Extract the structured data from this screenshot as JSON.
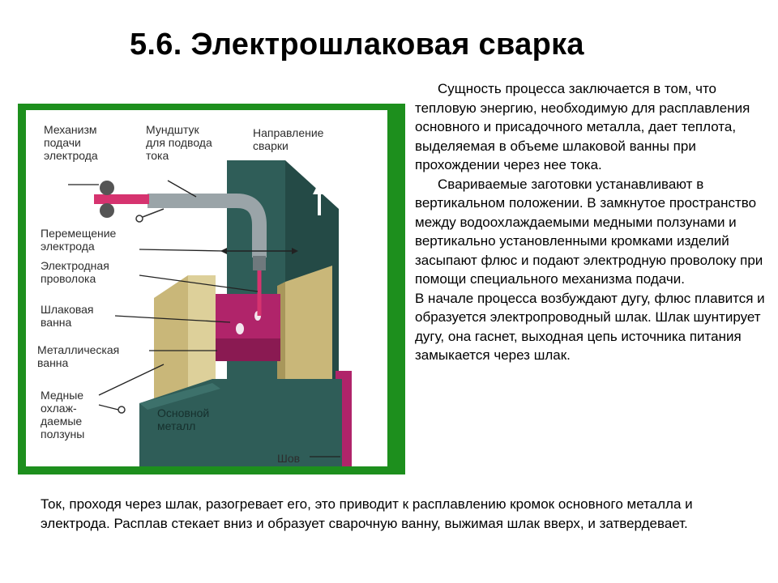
{
  "title": "5.6. Электрошлаковая сварка",
  "figure": {
    "labels": {
      "feed_mechanism": "Механизм\nподачи\nэлектрода",
      "contact_tube": "Мундштук\nдля подвода\nтока",
      "weld_direction": "Направление\nсварки",
      "electrode_movement": "Перемещение\nэлектрода",
      "electrode_wire": "Электродная\nпроволока",
      "slag_bath": "Шлаковая\nванна",
      "metal_bath": "Металлическая\nванна",
      "copper_shoes": "Медные\nохлаж-\nдаемые\nползуны",
      "base_metal": "Основной\nметалл",
      "seam": "Шов"
    },
    "colors": {
      "background": "#1d8f1d",
      "panel": "#ffffff",
      "workpiece": "#2f5d58",
      "copper_shoe": "#c9b779",
      "slag": "#b0246a",
      "electrode": "#d6336f",
      "tube": "#9aa4a8"
    }
  },
  "paragraphs": {
    "p1": "Сущность процесса заключается в том, что тепловую энергию, необходимую для расплавления основного и присадочного металла, дает теплота, выделяемая в объеме шлаковой ванны при прохождении через нее тока.",
    "p2": "Свариваемые заготовки устанавливают в вертикальном положении. В замкнутое пространство между водоохлаждаемыми медными ползунами и вертикально установленными кромками изделий засыпают флюс и подают электродную проволоку при помощи специального механизма подачи.",
    "p3": "В начале процесса возбуждают дугу, флюс плавится и образуется электропроводный шлак. Шлак шунтирует дугу, она гаснет, выходная цепь источника питания замыкается через шлак.",
    "bottom": "Ток, проходя через шлак, разогревает его, это приводит к расплавлению кромок основного металла и электрода. Расплав стекает вниз и образует сварочную ванну, выжимая шлак вверх, и затвердевает."
  }
}
